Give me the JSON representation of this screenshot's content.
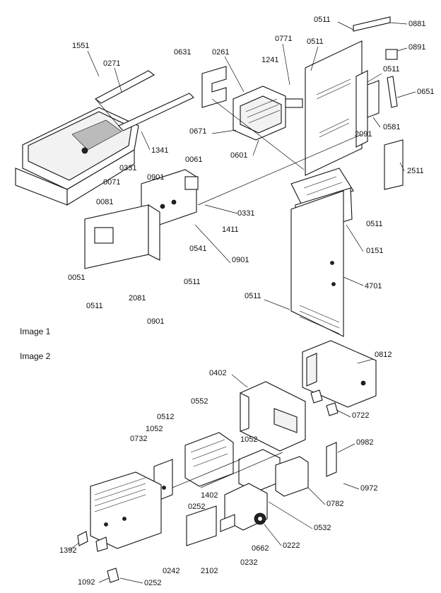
{
  "sections": {
    "image1": "Image 1",
    "image2": "Image 2"
  },
  "labels": {
    "l0511a": "0511",
    "l0881": "0881",
    "l0891": "0891",
    "l1551": "1551",
    "l0631": "0631",
    "l0261": "0261",
    "l0771": "0771",
    "l0511b": "0511",
    "l0271": "0271",
    "l1241": "1241",
    "l0511c": "0511",
    "l0651": "0651",
    "l0671": "0671",
    "l0601": "0601",
    "l2091": "2091",
    "l0581": "0581",
    "l1341": "1341",
    "l2511": "2511",
    "l0061": "0061",
    "l0331a": "0331",
    "l0901a": "0901",
    "l0071": "0071",
    "l0081": "0081",
    "l0331b": "0331",
    "l1411": "1411",
    "l0511d": "0511",
    "l0541": "0541",
    "l0901b": "0901",
    "l0151": "0151",
    "l0051": "0051",
    "l4701": "4701",
    "l0511e": "0511",
    "l2081": "2081",
    "l0511f": "0511",
    "l0511g": "0511",
    "l0901c": "0901",
    "l0812": "0812",
    "l0402": "0402",
    "l0552": "0552",
    "l0722": "0722",
    "l0512": "0512",
    "l1052a": "1052",
    "l0732": "0732",
    "l1052b": "1052",
    "l0982": "0982",
    "l1402": "1402",
    "l0972": "0972",
    "l0252a": "0252",
    "l0782": "0782",
    "l0532": "0532",
    "l1392": "1392",
    "l0662": "0662",
    "l0222": "0222",
    "l0232": "0232",
    "l2102": "2102",
    "l0242": "0242",
    "l1092": "1092",
    "l0252b": "0252"
  }
}
